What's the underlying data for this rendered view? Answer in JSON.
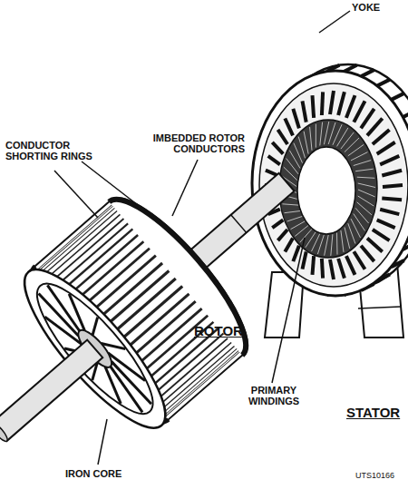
{
  "diagram": {
    "labels": [
      "CONDUCTOR SHORTING RINGS",
      "IMBEDDED ROTOR CONDUCTORS",
      "ROTOR",
      "IRON CORE",
      "YOKE",
      "PRIMARY WINDINGS",
      "STATOR",
      "UTS10166"
    ]
  }
}
